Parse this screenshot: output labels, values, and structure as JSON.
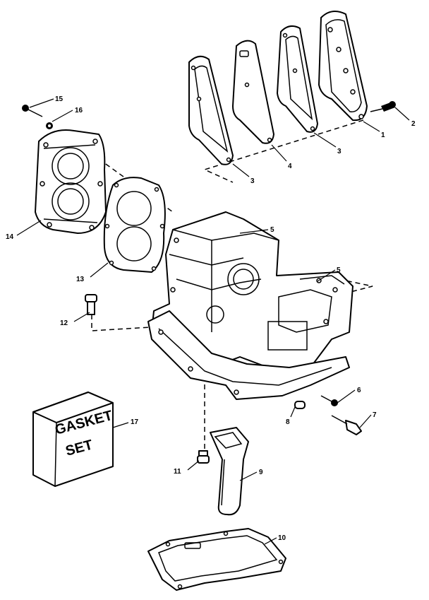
{
  "callouts": {
    "c1": "1",
    "c2": "2",
    "c3a": "3",
    "c3b": "3",
    "c4": "4",
    "c5a": "5",
    "c5b": "5",
    "c6": "6",
    "c7": "7",
    "c8": "8",
    "c9": "9",
    "c10": "10",
    "c11": "11",
    "c12": "12",
    "c13": "13",
    "c14": "14",
    "c15": "15",
    "c16": "16",
    "c17": "17"
  },
  "gasket_box": {
    "line1": "GASKET",
    "line2": "SET"
  }
}
